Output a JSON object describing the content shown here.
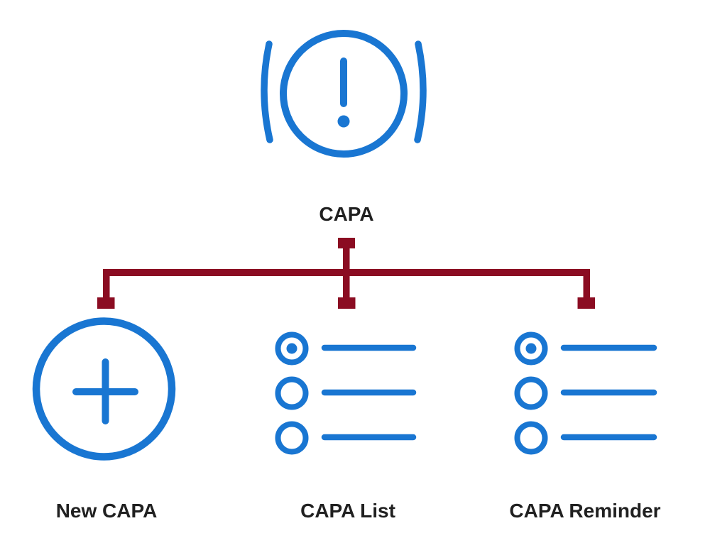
{
  "colors": {
    "icon-blue": "#1976d2",
    "connector-maroon": "#8b0c22",
    "label-color": "#202020",
    "background": "#ffffff"
  },
  "diagram": {
    "type": "hierarchy-tree",
    "root": {
      "label": "CAPA",
      "icon": "alert-icon"
    },
    "children": [
      {
        "label": "New CAPA",
        "icon": "plus-circle-icon"
      },
      {
        "label": "CAPA List",
        "icon": "radio-list-icon"
      },
      {
        "label": "CAPA Reminder",
        "icon": "radio-list-icon"
      }
    ]
  }
}
